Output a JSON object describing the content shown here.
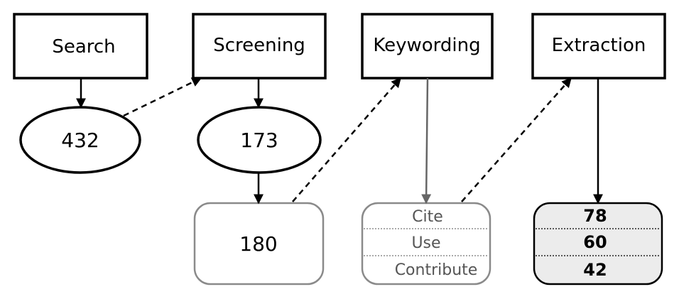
{
  "stages": {
    "search": "Search",
    "screening": "Screening",
    "keywording": "Keywording",
    "extraction": "Extraction"
  },
  "counts": {
    "search": "432",
    "screening": "173",
    "included": "180"
  },
  "keywording_categories": [
    "Cite",
    "Use",
    "Contribute"
  ],
  "extraction_counts": [
    "78",
    "60",
    "42"
  ],
  "colors": {
    "stroke": "#000000",
    "grey_stroke": "#777777",
    "grey_text": "#555555",
    "extraction_fill": "#ececec"
  }
}
